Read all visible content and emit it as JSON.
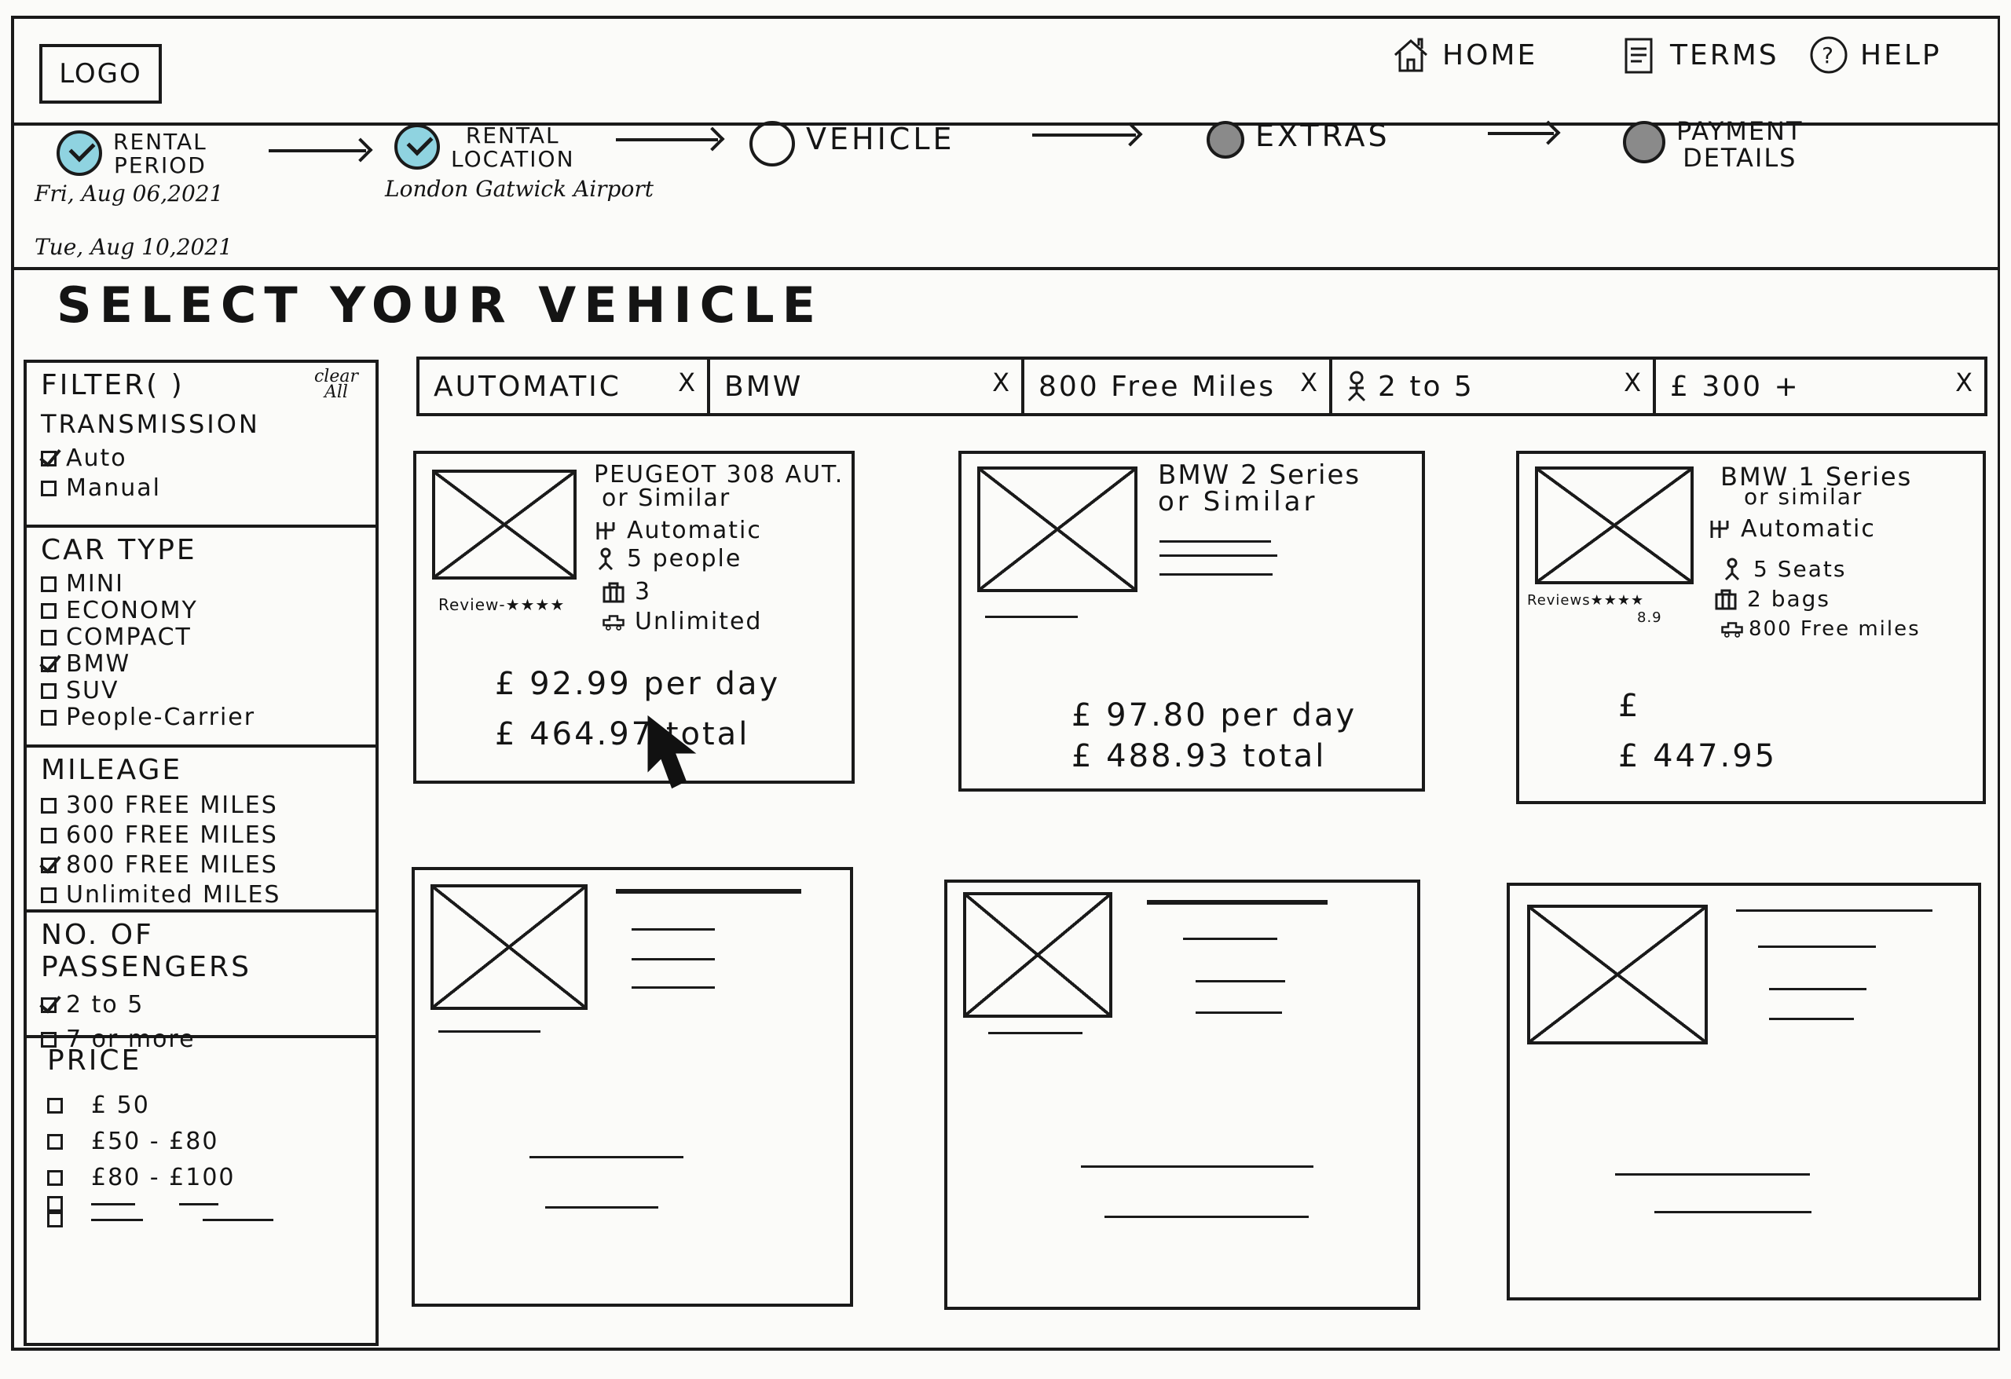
{
  "header": {
    "logo": "LOGO",
    "nav": [
      {
        "label": "HOME",
        "icon": "home-icon"
      },
      {
        "label": "TERMS",
        "icon": "document-icon"
      },
      {
        "label": "HELP",
        "icon": "help-icon"
      }
    ]
  },
  "progress": {
    "steps": [
      {
        "label_line1": "RENTAL",
        "label_line2": "PERIOD",
        "state": "done"
      },
      {
        "label_line1": "RENTAL",
        "label_line2": "LOCATION",
        "state": "done"
      },
      {
        "label_line1": "VEHICLE",
        "label_line2": "",
        "state": "current"
      },
      {
        "label_line1": "EXTRAS",
        "label_line2": "",
        "state": "todo"
      },
      {
        "label_line1": "PAYMENT",
        "label_line2": "DETAILS",
        "state": "todo"
      }
    ],
    "pickup_date": "Fri, Aug 06,2021",
    "return_date": "Tue, Aug 10,2021",
    "location": "London Gatwick Airport"
  },
  "page_title": "SELECT YOUR VEHICLE",
  "filter": {
    "heading": "FILTER( )",
    "clear_line1": "clear",
    "clear_line2": "All",
    "sections": [
      {
        "heading": "TRANSMISSION",
        "items": [
          {
            "label": "Auto",
            "checked": true
          },
          {
            "label": "Manual",
            "checked": false
          }
        ]
      },
      {
        "heading": "CAR TYPE",
        "items": [
          {
            "label": "MINI",
            "checked": false
          },
          {
            "label": "ECONOMY",
            "checked": false
          },
          {
            "label": "COMPACT",
            "checked": false
          },
          {
            "label": "BMW",
            "checked": true
          },
          {
            "label": "SUV",
            "checked": false
          },
          {
            "label": "People-Carrier",
            "checked": false
          }
        ]
      },
      {
        "heading": "MILEAGE",
        "items": [
          {
            "label": "300 FREE MILES",
            "checked": false
          },
          {
            "label": "600 FREE MILES",
            "checked": false
          },
          {
            "label": "800 FREE MILES",
            "checked": true
          },
          {
            "label": "Unlimited MILES",
            "checked": false
          }
        ]
      },
      {
        "heading": "NO. OF PASSENGERS",
        "items": [
          {
            "label": "2 to 5",
            "checked": true
          },
          {
            "label": "7 or more",
            "checked": false
          }
        ]
      },
      {
        "heading": "PRICE",
        "items": [
          {
            "label": "£ 50",
            "checked": false
          },
          {
            "label": "£50 - £80",
            "checked": false
          },
          {
            "label": "£80 - £100",
            "checked": false
          }
        ]
      }
    ]
  },
  "chips": [
    {
      "label": "AUTOMATIC",
      "close": "X"
    },
    {
      "label": "BMW",
      "close": "X"
    },
    {
      "label": "800 Free Miles",
      "close": "X"
    },
    {
      "label": "2 to 5",
      "close": "X",
      "icon": "person-icon"
    },
    {
      "label": "£ 300 +",
      "close": "X"
    }
  ],
  "cards": [
    {
      "name_line1": "PEUGEOT 308 AUT.",
      "name_line2": "or Similar",
      "transmission": "Automatic",
      "passengers": "5 people",
      "bags": "3",
      "mileage": "Unlimited",
      "review": "Review-★★★★",
      "price_day": "£ 92.99 per day",
      "price_total": "£ 464.97 total"
    },
    {
      "name_line1": "BMW 2 Series",
      "name_line2": "or Similar",
      "price_day": "£ 97.80 per day",
      "price_total": "£ 488.93 total"
    },
    {
      "name_line1": "BMW 1 Series",
      "name_line2": "or similar",
      "transmission": "Automatic",
      "passengers": "5 Seats",
      "bags": "2 bags",
      "mileage": "800 Free miles",
      "review": "Reviews★★★★",
      "review_score": "8.9",
      "price_day": "£",
      "price_total": "£ 447.95"
    }
  ],
  "colors": {
    "ink": "#1a1a1a",
    "step_done": "#8fd3e0",
    "step_todo": "#8a8a8a"
  }
}
